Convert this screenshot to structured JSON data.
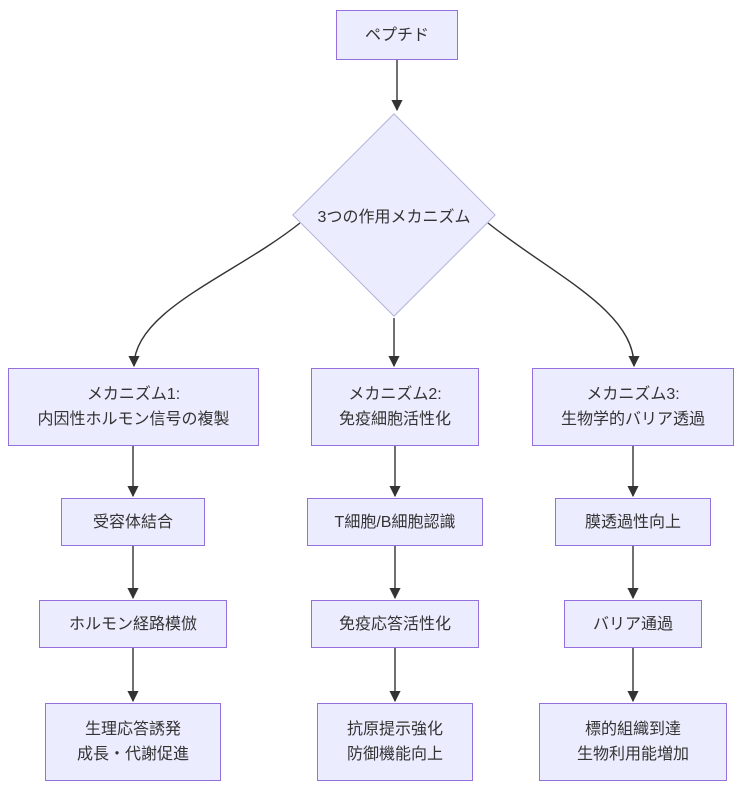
{
  "diagram": {
    "title": "Peptide mechanism flowchart",
    "colors": {
      "background": "#ffffff",
      "node_fill": "#ececff",
      "node_border": "#9370db",
      "decision_border": "#b3b3d9",
      "edge": "#333333",
      "text": "#333333"
    },
    "nodes": {
      "peptide": {
        "label": "ペプチド",
        "shape": "rect"
      },
      "decision": {
        "label": "3つの作用メカニズム",
        "shape": "diamond"
      },
      "mech1": {
        "label": "メカニズム1:\n内因性ホルモン信号の複製",
        "shape": "rect"
      },
      "mech2": {
        "label": "メカニズム2:\n免疫細胞活性化",
        "shape": "rect"
      },
      "mech3": {
        "label": "メカニズム3:\n生物学的バリア透過",
        "shape": "rect"
      },
      "receptor": {
        "label": "受容体結合",
        "shape": "rect"
      },
      "tcell": {
        "label": "T細胞/B細胞認識",
        "shape": "rect"
      },
      "membrane": {
        "label": "膜透過性向上",
        "shape": "rect"
      },
      "hormone": {
        "label": "ホルモン経路模倣",
        "shape": "rect"
      },
      "immune": {
        "label": "免疫応答活性化",
        "shape": "rect"
      },
      "barrier": {
        "label": "バリア通過",
        "shape": "rect"
      },
      "physio": {
        "label": "生理応答誘発\n成長・代謝促進",
        "shape": "rect"
      },
      "antigen": {
        "label": "抗原提示強化\n防御機能向上",
        "shape": "rect"
      },
      "target": {
        "label": "標的組織到達\n生物利用能増加",
        "shape": "rect"
      }
    },
    "edges": [
      {
        "from": "peptide",
        "to": "decision"
      },
      {
        "from": "decision",
        "to": "mech1"
      },
      {
        "from": "decision",
        "to": "mech2"
      },
      {
        "from": "decision",
        "to": "mech3"
      },
      {
        "from": "mech1",
        "to": "receptor"
      },
      {
        "from": "receptor",
        "to": "hormone"
      },
      {
        "from": "hormone",
        "to": "physio"
      },
      {
        "from": "mech2",
        "to": "tcell"
      },
      {
        "from": "tcell",
        "to": "immune"
      },
      {
        "from": "immune",
        "to": "antigen"
      },
      {
        "from": "mech3",
        "to": "membrane"
      },
      {
        "from": "membrane",
        "to": "barrier"
      },
      {
        "from": "barrier",
        "to": "target"
      }
    ]
  }
}
